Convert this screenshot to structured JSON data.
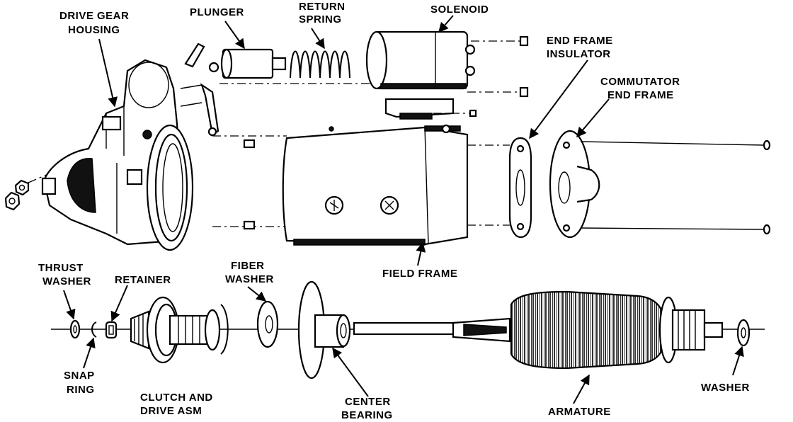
{
  "labels": {
    "drive_gear_housing": [
      "DRIVE GEAR",
      "HOUSING"
    ],
    "plunger": "PLUNGER",
    "return_spring": [
      "RETURN",
      "SPRING"
    ],
    "solenoid": "SOLENOID",
    "end_frame_insulator": [
      "END FRAME",
      "INSULATOR"
    ],
    "commutator_end_frame": [
      "COMMUTATOR",
      "END FRAME"
    ],
    "field_frame": "FIELD FRAME",
    "thrust_washer": [
      "THRUST",
      "WASHER"
    ],
    "retainer": "RETAINER",
    "fiber_washer": [
      "FIBER",
      "WASHER"
    ],
    "snap_ring": [
      "SNAP",
      "RING"
    ],
    "clutch_and_drive_asm": [
      "CLUTCH AND",
      "DRIVE ASM"
    ],
    "center_bearing": [
      "CENTER",
      "BEARING"
    ],
    "armature": "ARMATURE",
    "washer": "WASHER"
  }
}
